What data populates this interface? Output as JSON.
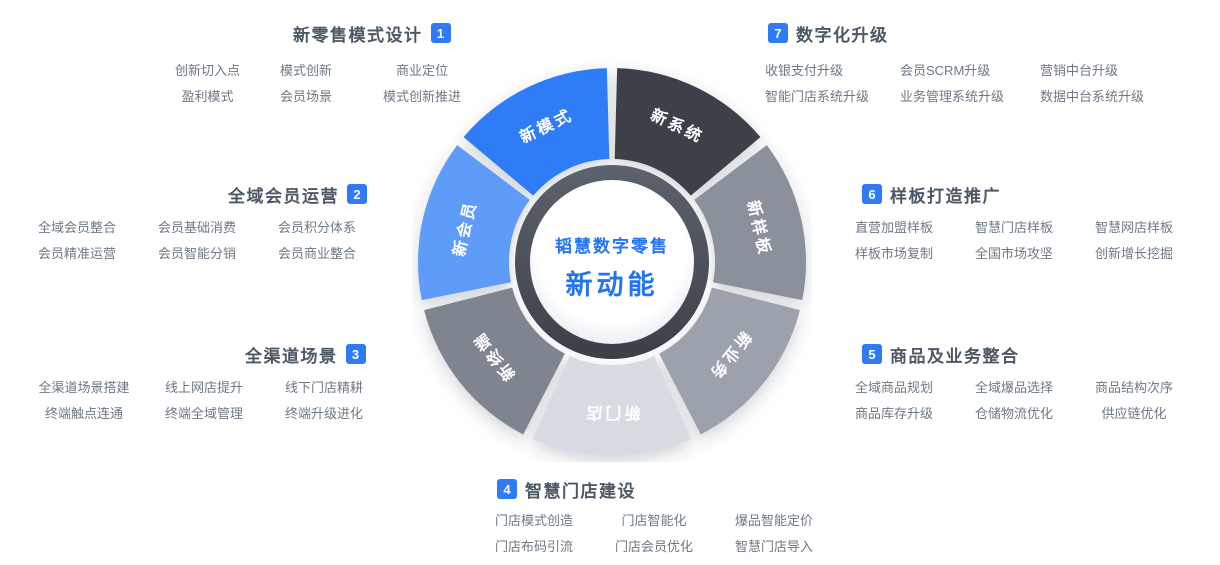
{
  "diagram": {
    "center": {
      "title": "韬慧数字零售",
      "subtitle": "新动能"
    },
    "wheel": {
      "segments": [
        {
          "label": "新模式",
          "color": "#2E7BF6"
        },
        {
          "label": "新系统",
          "color": "#3C4149"
        },
        {
          "label": "新样板",
          "color": "#8A919B"
        },
        {
          "label": "新业务",
          "color": "#9BA2AC"
        },
        {
          "label": "新门店",
          "color": "#D8DCE2"
        },
        {
          "label": "新终端",
          "color": "#7E858E"
        },
        {
          "label": "新会员",
          "color": "#5E9CFA"
        }
      ]
    },
    "sections": [
      {
        "num": "1",
        "title": "新零售模式设计",
        "badge_position": "right",
        "items": [
          "创新切入点",
          "模式创新",
          "商业定位",
          "盈利模式",
          "会员场景",
          "模式创新推进"
        ]
      },
      {
        "num": "2",
        "title": "全域会员运营",
        "badge_position": "right",
        "items": [
          "全域会员整合",
          "会员基础消费",
          "会员积分体系",
          "会员精准运营",
          "会员智能分销",
          "会员商业整合"
        ]
      },
      {
        "num": "3",
        "title": "全渠道场景",
        "badge_position": "right",
        "items": [
          "全渠道场景搭建",
          "线上网店提升",
          "线下门店精耕",
          "终端触点连通",
          "终端全域管理",
          "终端升级进化"
        ]
      },
      {
        "num": "4",
        "title": "智慧门店建设",
        "badge_position": "left",
        "items": [
          "门店模式创造",
          "门店智能化",
          "爆品智能定价",
          "门店布码引流",
          "门店会员优化",
          "智慧门店导入"
        ]
      },
      {
        "num": "5",
        "title": "商品及业务整合",
        "badge_position": "left",
        "items": [
          "全域商品规划",
          "全域爆品选择",
          "商品结构次序",
          "商品库存升级",
          "仓储物流优化",
          "供应链优化"
        ]
      },
      {
        "num": "6",
        "title": "样板打造推广",
        "badge_position": "left",
        "items": [
          "直营加盟样板",
          "智慧门店样板",
          "智慧网店样板",
          "样板市场复制",
          "全国市场攻坚",
          "创新增长挖掘"
        ]
      },
      {
        "num": "7",
        "title": "数字化升级",
        "badge_position": "left",
        "items": [
          "收银支付升级",
          "会员SCRM升级",
          "营销中台升级",
          "智能门店系统升级",
          "业务管理系统升级",
          "数据中台系统升级"
        ]
      }
    ],
    "colors": {
      "accent": "#2E7BF6",
      "title_text": "#4C5866",
      "item_text": "#6E7884",
      "ring_dark": "#3B4048"
    }
  }
}
